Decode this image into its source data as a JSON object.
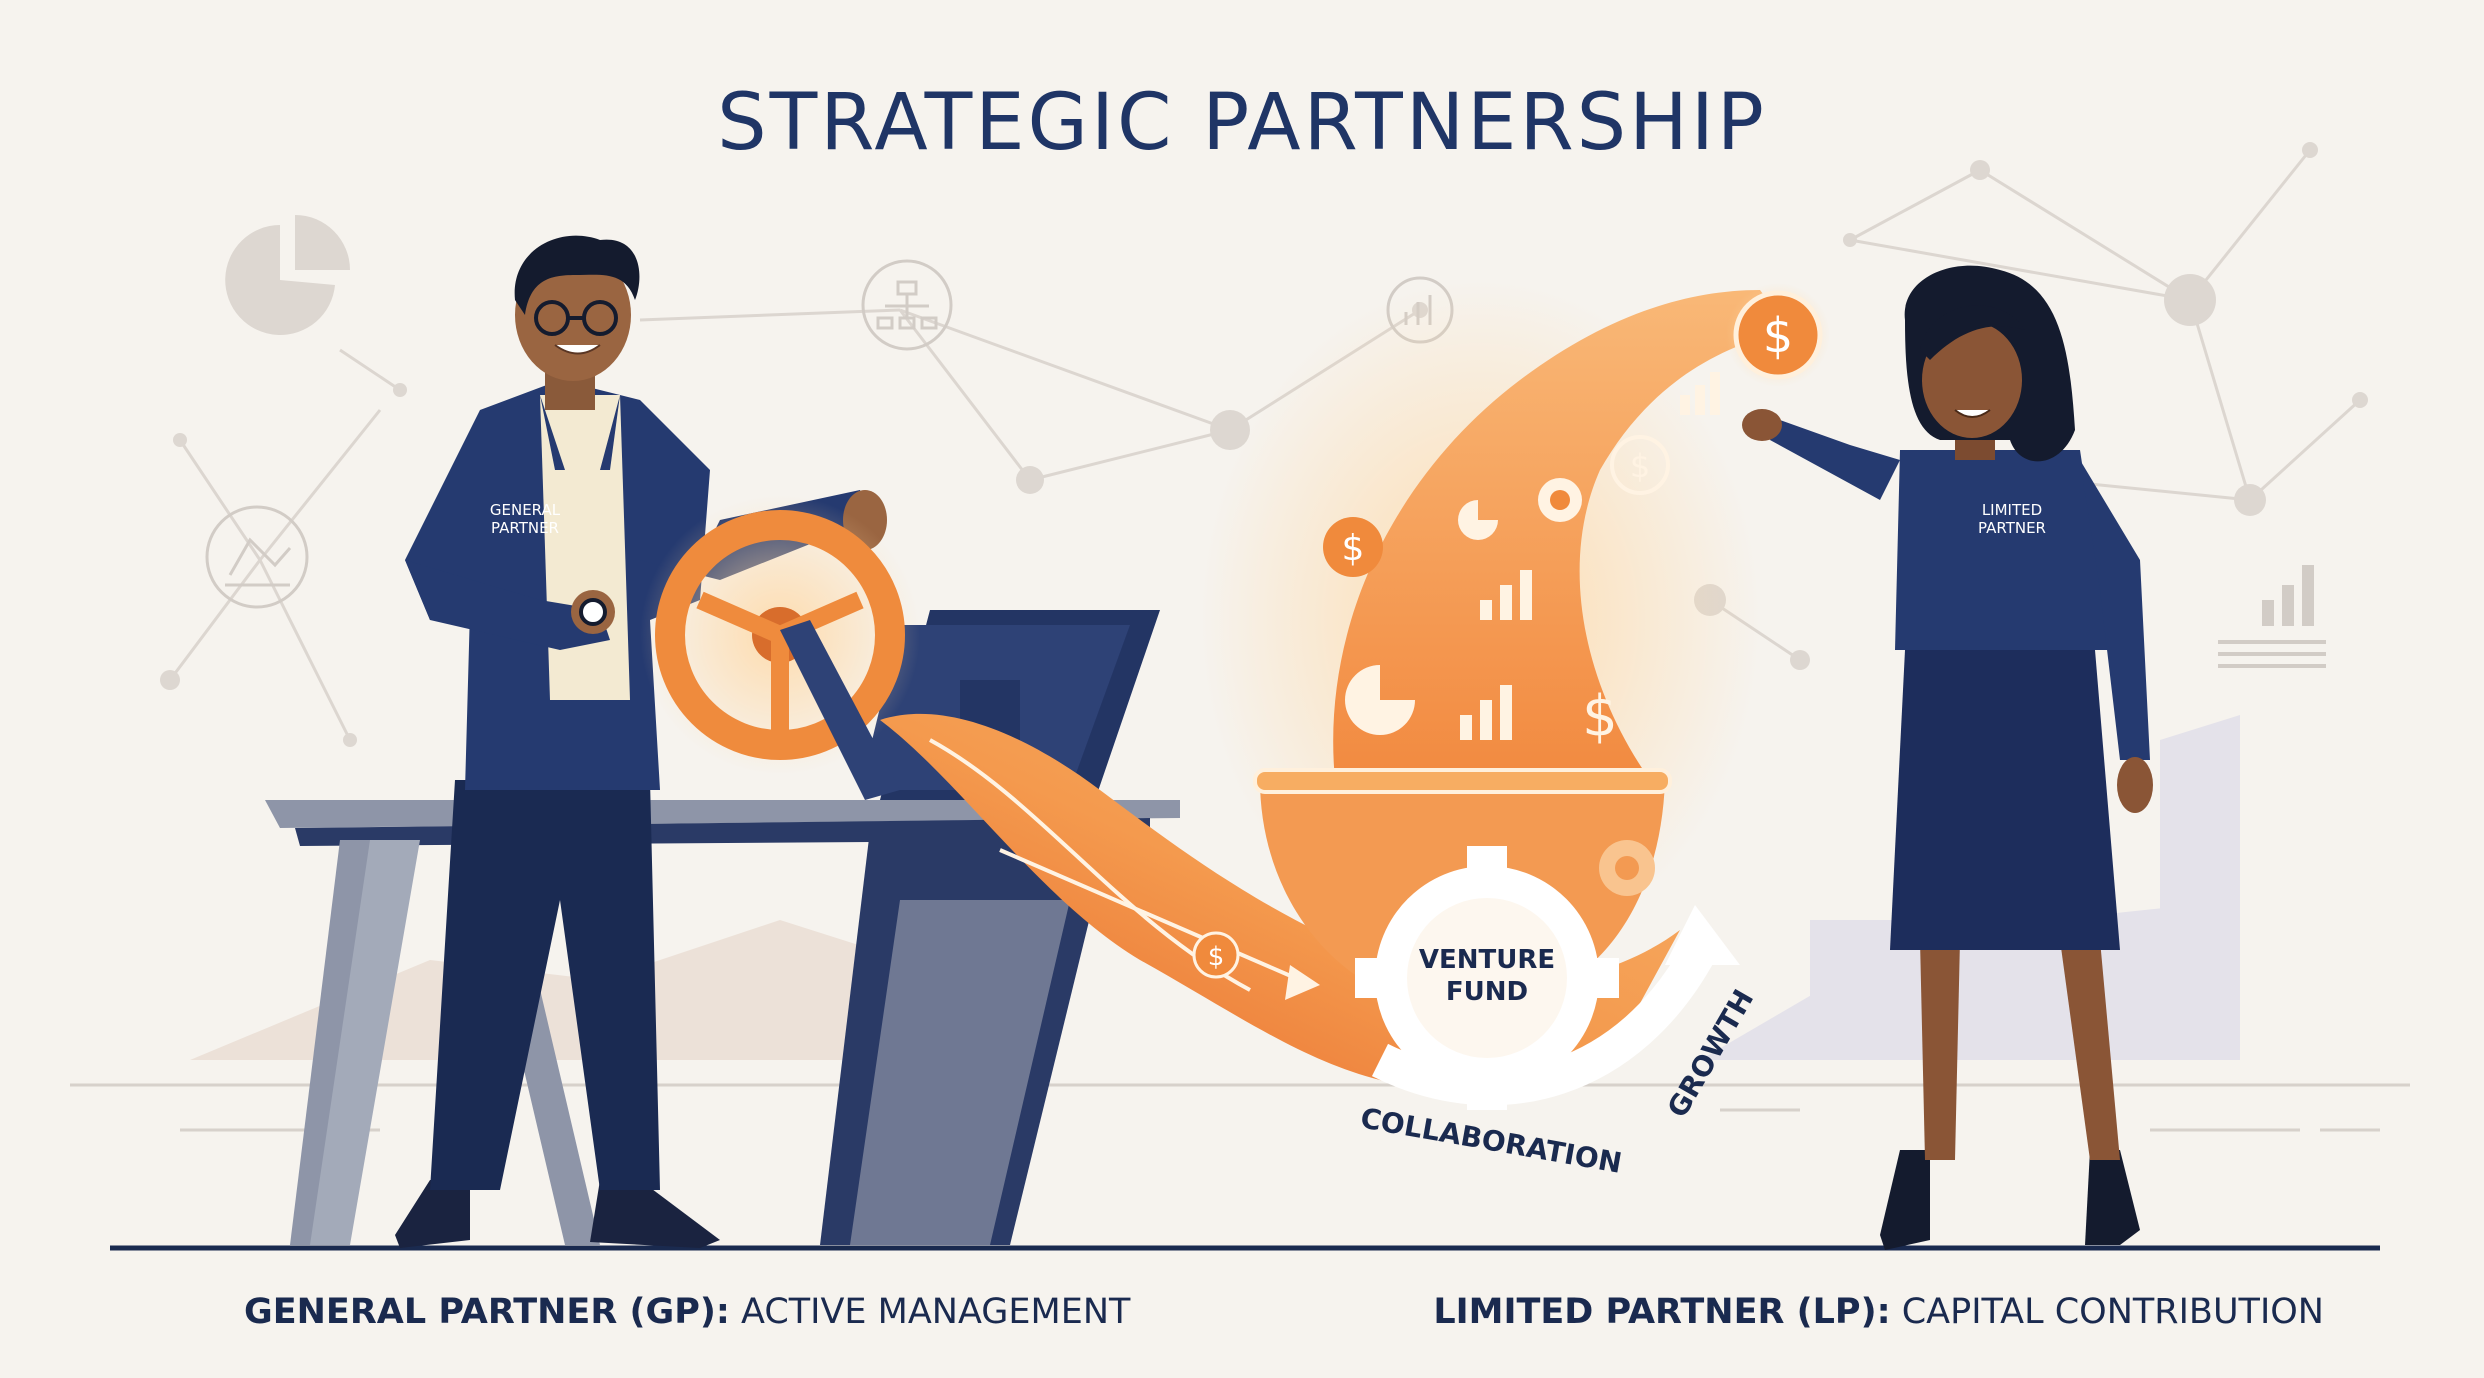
{
  "title": "STRATEGIC PARTNERSHIP",
  "figures": {
    "general_partner": {
      "shirt_label_line1": "GENERAL",
      "shirt_label_line2": "PARTNER"
    },
    "limited_partner": {
      "shirt_label_line1": "LIMITED",
      "shirt_label_line2": "PARTNER"
    }
  },
  "center": {
    "gear_line1": "VENTURE",
    "gear_line2": "FUND",
    "arc_label_left": "COLLABORATION",
    "arc_label_right": "GROWTH"
  },
  "captions": {
    "left_bold": "GENERAL PARTNER (GP):",
    "left_rest": " ACTIVE MANAGEMENT",
    "right_bold": "LIMITED PARTNER (LP):",
    "right_rest": " CAPITAL CONTRIBUTION"
  },
  "icons": [
    "pie-chart-icon",
    "org-chart-icon",
    "bar-chart-icon",
    "network-icon",
    "dollar-coin-icon",
    "gear-icon",
    "steering-wheel-icon",
    "monitor-icon"
  ],
  "colors": {
    "navy": "#1f3566",
    "orange": "#f08a3c",
    "glow": "#ffc27a",
    "background": "#f6f3ee"
  }
}
